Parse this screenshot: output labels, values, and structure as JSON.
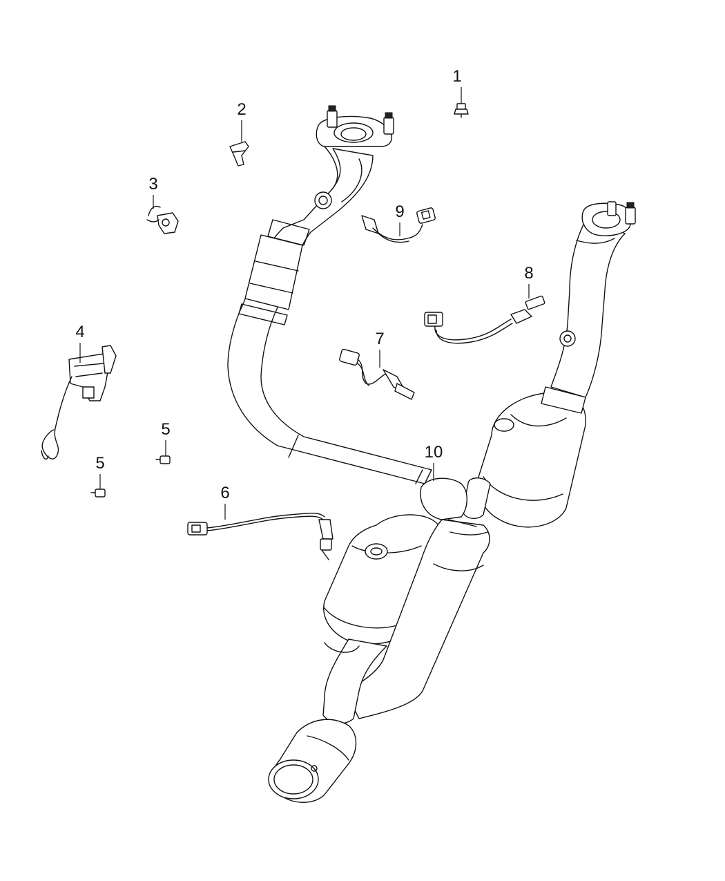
{
  "callouts": {
    "c1": "1",
    "c2": "2",
    "c3": "3",
    "c4": "4",
    "c5a": "5",
    "c5b": "5",
    "c6": "6",
    "c7": "7",
    "c8": "8",
    "c9": "9",
    "c10": "10"
  },
  "colors": {
    "line": "#111111",
    "background": "#ffffff"
  }
}
